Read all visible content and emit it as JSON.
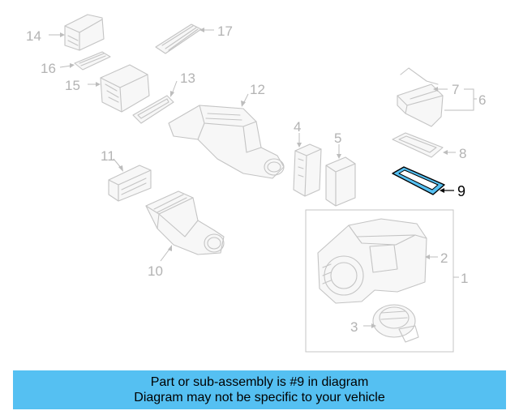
{
  "diagram": {
    "highlighted_part": "9",
    "callouts": {
      "c1": "1",
      "c2": "2",
      "c3": "3",
      "c4": "4",
      "c5": "5",
      "c6": "6",
      "c7": "7",
      "c8": "8",
      "c9": "9",
      "c10": "10",
      "c11": "11",
      "c12": "12",
      "c13": "13",
      "c14": "14",
      "c15": "15",
      "c16": "16",
      "c17": "17"
    },
    "colors": {
      "highlight": "#55c0f2",
      "muted": "#c4c4c4",
      "banner": "#55c0f2"
    }
  },
  "banner": {
    "line1": "Part or sub-assembly is #9 in diagram",
    "line2": "Diagram may not be specific to your vehicle"
  }
}
